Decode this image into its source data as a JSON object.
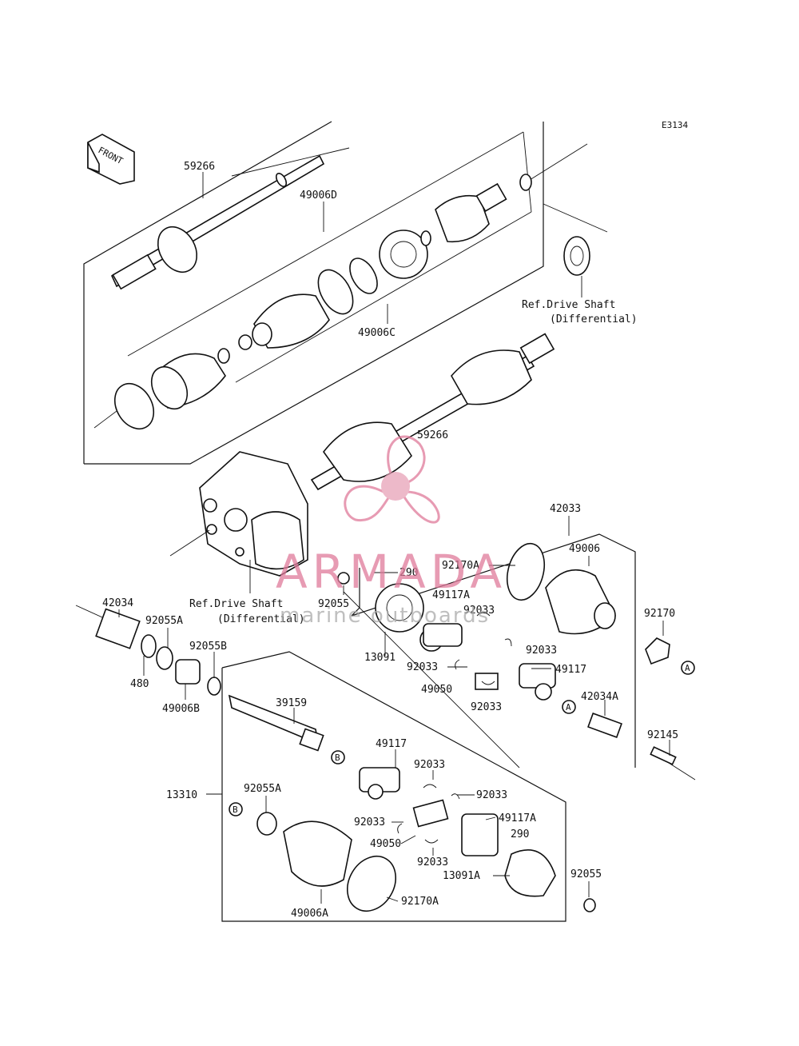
{
  "diagram_code": "E3134",
  "front_label": "FRONT",
  "ref_shaft_line1": "Ref.Drive Shaft",
  "ref_shaft_line2": "(Differential)",
  "labels": {
    "p59266_top": "59266",
    "p49006D": "49006D",
    "p49006C": "49006C",
    "p59266_mid": "59266",
    "p42033": "42033",
    "p49006": "49006",
    "p92170A_top": "92170A",
    "p290_top": "290",
    "p49117A_top": "49117A",
    "p92033_a": "92033",
    "p92033_b": "92033",
    "p92033_c": "92033",
    "p92033_d": "92033",
    "p92170": "92170",
    "p13091": "13091",
    "p49117": "49117",
    "p49050_top": "49050",
    "p42034A": "42034A",
    "p92055": "92055",
    "p42034": "42034",
    "p92055A_top": "92055A",
    "p92055B": "92055B",
    "p480": "480",
    "p49006B": "49006B",
    "p39159": "39159",
    "p92145": "92145",
    "p13310": "13310",
    "p49117_low": "49117",
    "p92033_e": "92033",
    "p92033_f": "92033",
    "p92055A_low": "92055A",
    "p92033_g": "92033",
    "p49117A_low": "49117A",
    "p49050_low": "49050",
    "p290_low": "290",
    "p92033_h": "92033",
    "p13091A": "13091A",
    "p92055_low": "92055",
    "p49006A": "49006A",
    "p92170A_low": "92170A"
  },
  "callouts": {
    "A": "A",
    "B": "B"
  },
  "watermark": {
    "brand": "ARMADA",
    "tagline": "marine outboards",
    "color": "#e07a9a"
  }
}
